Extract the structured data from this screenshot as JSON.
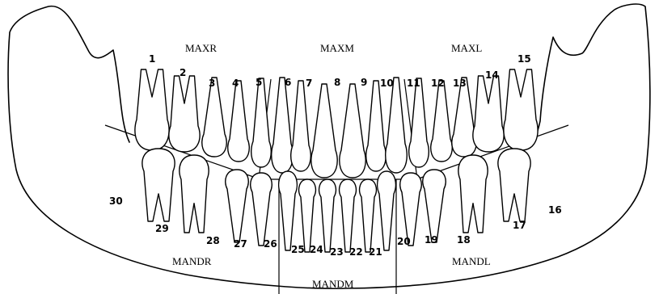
{
  "regions": {
    "maxr": "MAXR",
    "maxm": "MAXM",
    "maxl": "MAXL",
    "mandr": "MANDR",
    "mandm": "MANDM",
    "mandl": "MANDL"
  },
  "teeth": [
    "1",
    "2",
    "3",
    "4",
    "5",
    "6",
    "7",
    "8",
    "9",
    "10",
    "11",
    "12",
    "13",
    "14",
    "15",
    "16",
    "17",
    "18",
    "19",
    "20",
    "21",
    "22",
    "23",
    "24",
    "25",
    "26",
    "27",
    "28",
    "29",
    "30"
  ]
}
